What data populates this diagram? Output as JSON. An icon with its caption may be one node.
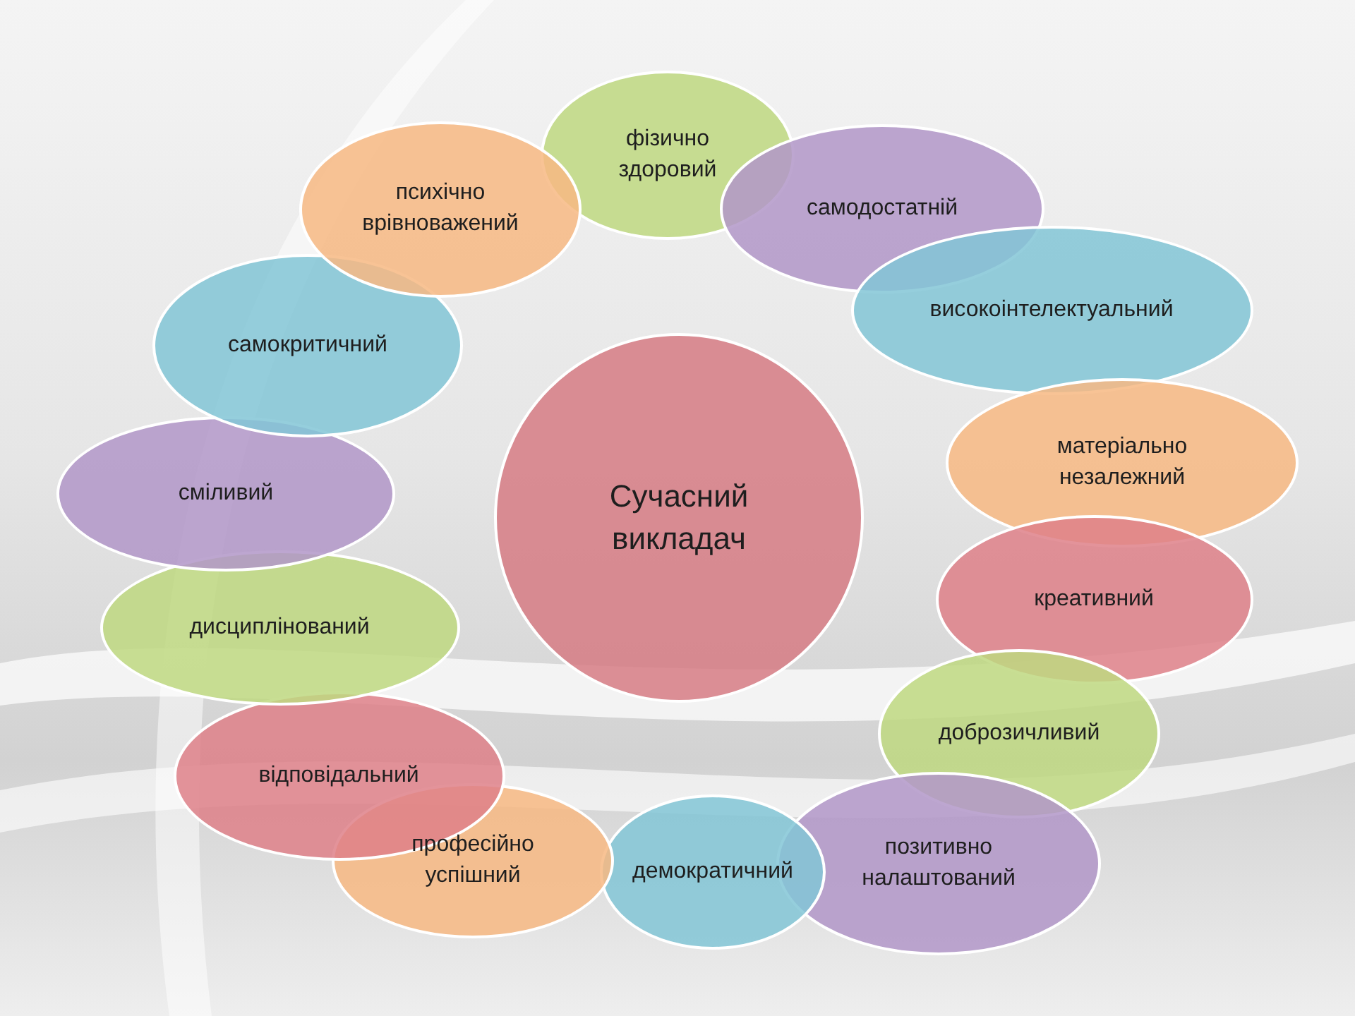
{
  "diagram": {
    "nodes": [
      {
        "text": [
          "Сучасний викладач"
        ]
      },
      {
        "text": [
          "фізично здоровий"
        ]
      },
      {
        "text": [
          "самодостатній"
        ]
      },
      {
        "text": [
          "високоінтелектуальний"
        ]
      },
      {
        "text": [
          "матеріально незалежний"
        ]
      },
      {
        "text": [
          "креативний"
        ]
      },
      {
        "text": [
          "доброзичливий"
        ]
      },
      {
        "text": [
          "позитивно налаштований"
        ]
      },
      {
        "text": [
          "демократичний"
        ]
      },
      {
        "text": [
          "професійно успішний"
        ]
      },
      {
        "text": [
          "відповідальний"
        ]
      },
      {
        "text": [
          "дисциплінований"
        ]
      },
      {
        "text": [
          "сміливий"
        ]
      },
      {
        "text": [
          "самокритичний"
        ]
      },
      {
        "text": [
          "психічно врівноважений"
        ]
      }
    ]
  }
}
